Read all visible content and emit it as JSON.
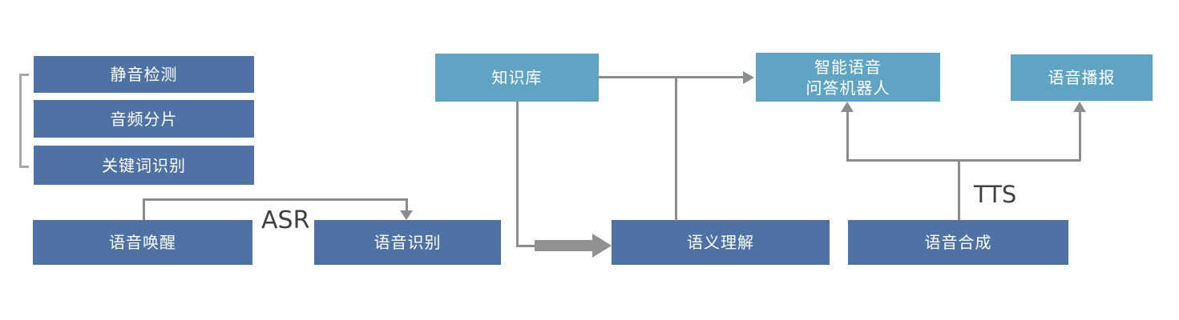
{
  "diagram": {
    "nodes": {
      "silence_detection": {
        "label": "静音检测"
      },
      "audio_segmentation": {
        "label": "音频分片"
      },
      "keyword_recognition": {
        "label": "关键词识别"
      },
      "voice_wakeup": {
        "label": "语音唤醒"
      },
      "speech_recognition": {
        "label": "语音识别"
      },
      "knowledge_base": {
        "label": "知识库"
      },
      "semantic_understanding": {
        "label": "语义理解"
      },
      "qa_robot": {
        "line1": "智能语音",
        "line2": "问答机器人"
      },
      "voice_broadcast": {
        "label": "语音播报"
      },
      "speech_synthesis": {
        "label": "语音合成"
      }
    },
    "edge_labels": {
      "asr": "ASR",
      "tts": "TTS"
    }
  },
  "colors": {
    "box_dark": "#4d72a3",
    "box_light": "#60a4c4",
    "connector": "#8c8c8c",
    "thick_arrow": "#919191",
    "bracket": "#a8a8a8",
    "edge_label_ink": "#3f3f3f",
    "background": "#ffffff",
    "box_text": "#ffffff"
  }
}
